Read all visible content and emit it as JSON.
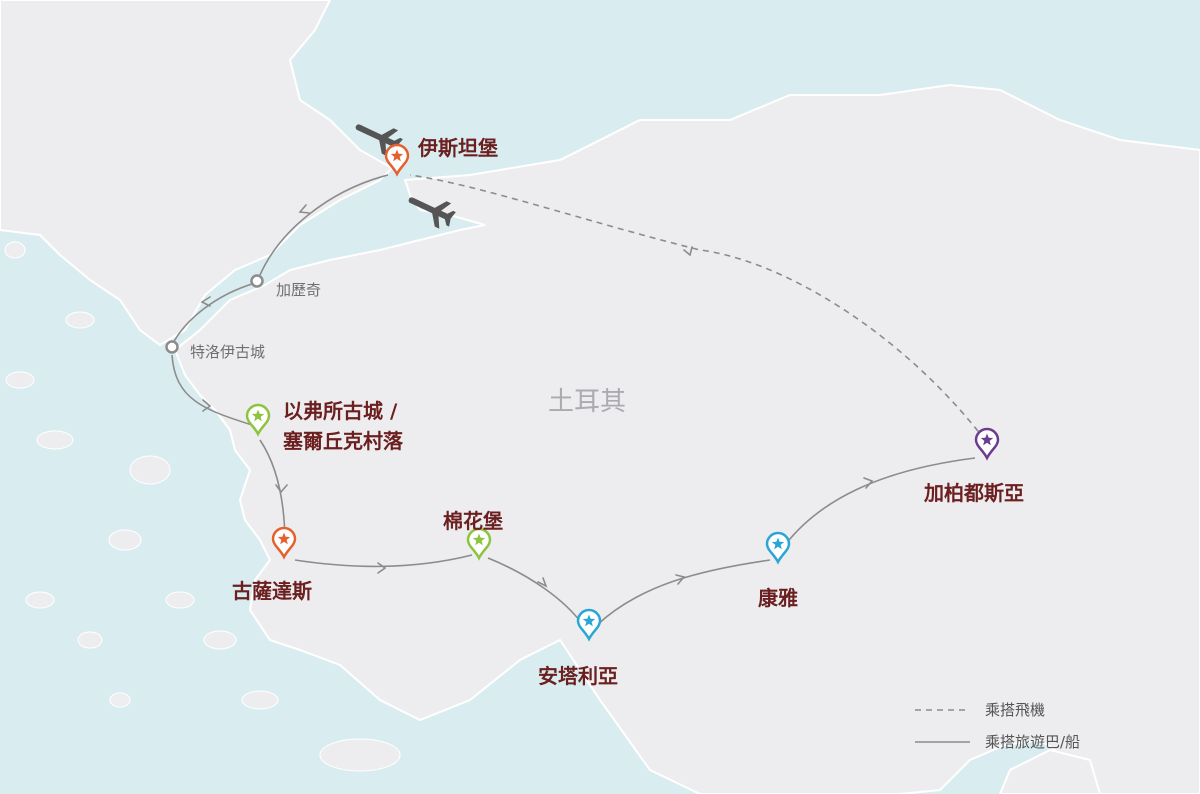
{
  "country_label": "土耳其",
  "colors": {
    "sea": "#d9edf1",
    "land": "#ededf0",
    "coast": "#ffffff",
    "route": "#8c8c8c",
    "label": "#6b1f1f",
    "orange": "#e4602c",
    "green": "#8cc43e",
    "blue": "#2aa6d6",
    "purple": "#6b3b8e",
    "plane": "#555555"
  },
  "stops": [
    {
      "id": "istanbul",
      "label": "伊斯坦堡",
      "color": "orange",
      "kind": "major"
    },
    {
      "id": "gallipoli",
      "label": "加歷奇",
      "kind": "minor"
    },
    {
      "id": "troy",
      "label": "特洛伊古城",
      "kind": "minor"
    },
    {
      "id": "ephesus",
      "label": "以弗所古城 /",
      "label2": "塞爾丘克村落",
      "color": "green",
      "kind": "major"
    },
    {
      "id": "kusadasi",
      "label": "古薩達斯",
      "color": "orange",
      "kind": "major"
    },
    {
      "id": "pamukkale",
      "label": "棉花堡",
      "color": "green",
      "kind": "major"
    },
    {
      "id": "antalya",
      "label": "安塔利亞",
      "color": "blue",
      "kind": "major"
    },
    {
      "id": "konya",
      "label": "康雅",
      "color": "blue",
      "kind": "major"
    },
    {
      "id": "cappadocia",
      "label": "加柏都斯亞",
      "color": "purple",
      "kind": "major"
    }
  ],
  "legend": {
    "flight_label": "乘搭飛機",
    "bus_label": "乘搭旅遊巴/船"
  }
}
